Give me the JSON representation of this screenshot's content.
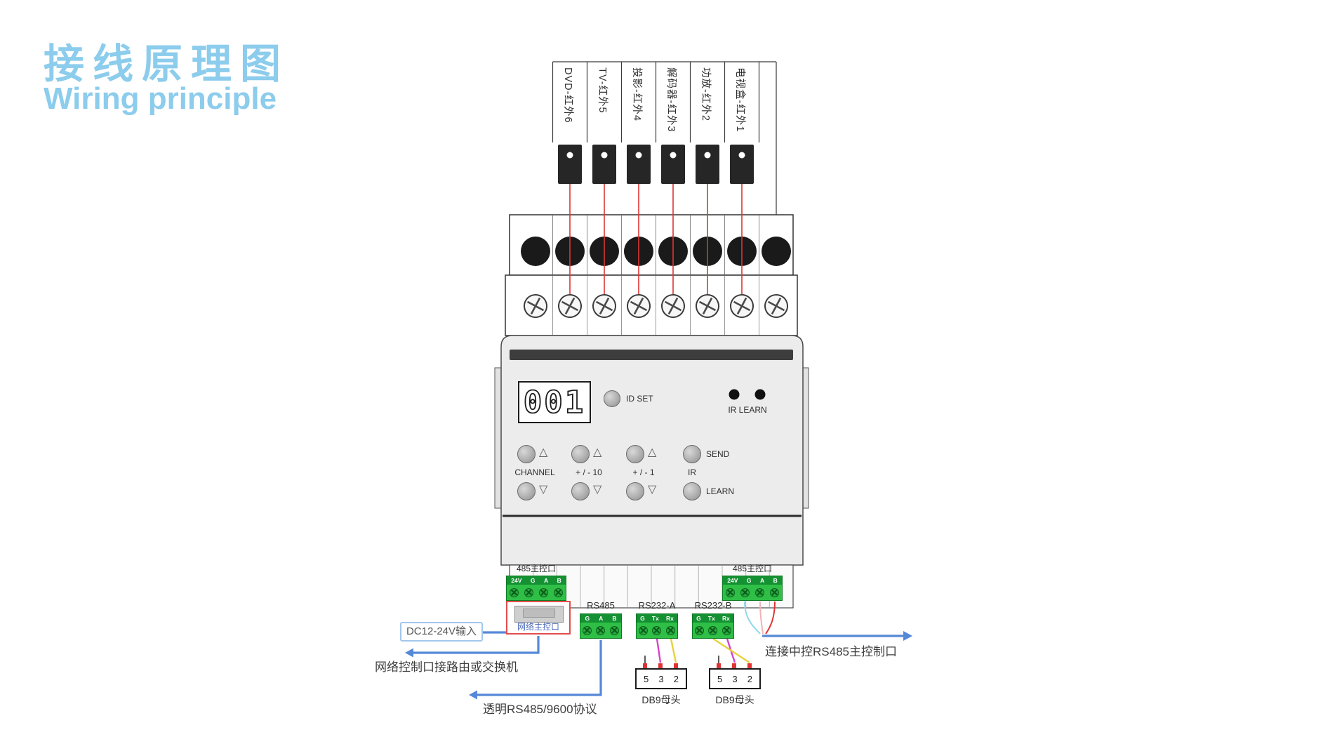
{
  "title": {
    "zh": "接线原理图",
    "en": "Wiring principle"
  },
  "ir_channels": [
    {
      "label": "DVD-红外6"
    },
    {
      "label": "TV-红外5"
    },
    {
      "label": "投影-红外4"
    },
    {
      "label": "解码器-红外3"
    },
    {
      "label": "功放-红外2"
    },
    {
      "label": "电视盒-红外1"
    }
  ],
  "panel": {
    "display_value": "001",
    "id_set": "ID SET",
    "ir_learn": "IR LEARN",
    "channel": "CHANNEL",
    "pm10": "+ / - 10",
    "pm1": "+ / - 1",
    "ir": "IR",
    "send": "SEND",
    "learn": "LEARN"
  },
  "icons": {
    "up": "△",
    "down": "▽"
  },
  "ports": {
    "left485": {
      "label": "485主控口",
      "pins": [
        "24V",
        "G",
        "A",
        "B"
      ]
    },
    "right485": {
      "label": "485主控口",
      "pins": [
        "24V",
        "G",
        "A",
        "B"
      ]
    },
    "network": {
      "label": "网络主控口"
    },
    "rs485": {
      "label": "RS485",
      "pins": [
        "G",
        "A",
        "B"
      ]
    },
    "rs232a": {
      "label": "RS232-A",
      "pins": [
        "G",
        "Tx",
        "Rx"
      ]
    },
    "rs232b": {
      "label": "RS232-B",
      "pins": [
        "G",
        "Tx",
        "Rx"
      ]
    }
  },
  "db9": {
    "a": {
      "label": "DB9母头",
      "pins": [
        "5",
        "3",
        "2"
      ]
    },
    "b": {
      "label": "DB9母头",
      "pins": [
        "5",
        "3",
        "2"
      ]
    }
  },
  "annotations": {
    "dc": "DC12-24V输入",
    "network": "网络控制口接路由或交换机",
    "protocol": "透明RS485/9600协议",
    "central": "连接中控RS485主控制口"
  },
  "colors": {
    "title_blue": "#8cccec",
    "arrow_blue": "#5588d8",
    "terminal_green": "#2fbf47",
    "wire_red": "#e03434",
    "wire_magenta": "#d843c8",
    "wire_yellow": "#e6d23c",
    "network_box_red": "#e34d4d"
  }
}
